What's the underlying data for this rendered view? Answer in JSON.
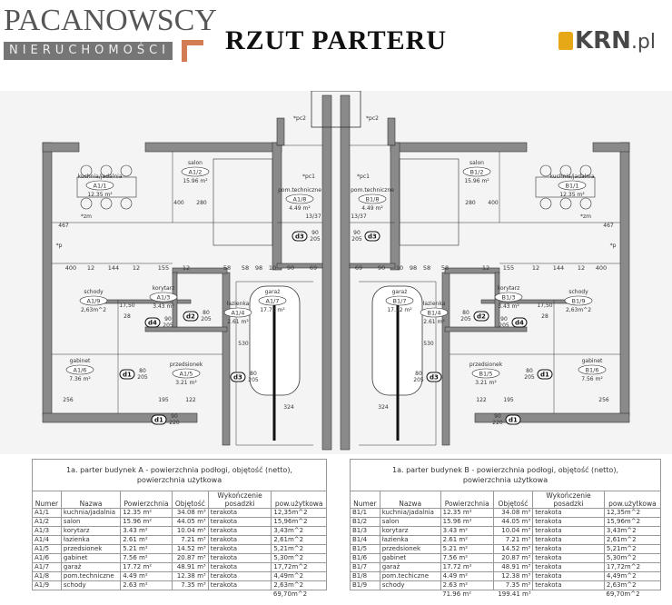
{
  "title": "RZUT PARTERU",
  "plan": {
    "rooms_a": [
      {
        "name": "kuchnia/jadalnia",
        "id": "A1/1",
        "area": "12.35 m²"
      },
      {
        "name": "salon",
        "id": "A1/2",
        "area": "15.96 m²"
      },
      {
        "name": "korytarz",
        "id": "A1/3",
        "area": "3.43 m²"
      },
      {
        "name": "łazienka",
        "id": "A1/4",
        "area": "2.61 m²"
      },
      {
        "name": "przedsionek",
        "id": "A1/5",
        "area": "3.21 m²"
      },
      {
        "name": "gabinet",
        "id": "A1/6",
        "area": "7.36 m²"
      },
      {
        "name": "garaż",
        "id": "A1/7",
        "area": "17.72 m²"
      },
      {
        "name": "pom.techniczne",
        "id": "A1/8",
        "area": "4.49 m²"
      },
      {
        "name": "schody",
        "id": "A1/9",
        "area": "2,63m^2"
      }
    ],
    "rooms_b": [
      {
        "name": "kuchnia/jadalnia",
        "id": "B1/1",
        "area": "12.35 m²"
      },
      {
        "name": "salon",
        "id": "B1/2",
        "area": "15.96 m²"
      },
      {
        "name": "korytarz",
        "id": "B1/3",
        "area": "3.43 m²"
      },
      {
        "name": "łazienka",
        "id": "B1/4",
        "area": "2.61 m²"
      },
      {
        "name": "przedsionek",
        "id": "B1/5",
        "area": "3.21 m²"
      },
      {
        "name": "gabinet",
        "id": "B1/6",
        "area": "7.56 m²"
      },
      {
        "name": "garaż",
        "id": "B1/7",
        "area": "17.72 m²"
      },
      {
        "name": "pom.techniczne",
        "id": "B1/8",
        "area": "4.49 m²"
      },
      {
        "name": "schody",
        "id": "B1/9",
        "area": "2,63m^2"
      }
    ],
    "doors": [
      "d1",
      "d2",
      "d3",
      "d4",
      "d1",
      "d3"
    ],
    "door_sizes": [
      "80\n205",
      "80\n205",
      "80\n205",
      "90\n205",
      "90\n220",
      "90\n205"
    ],
    "markers": [
      "*pc2",
      "*pc1",
      "*p",
      "*zm",
      "13/37"
    ],
    "dims_row": [
      "400",
      "12",
      "144",
      "12",
      "155",
      "12",
      "58",
      "58",
      "98",
      "10",
      "90",
      "69"
    ],
    "dims_other": [
      "467",
      "530",
      "324",
      "280",
      "400",
      "256",
      "122",
      "195",
      "17,50",
      "28"
    ]
  },
  "table_a": {
    "caption": "1a. parter budynek A - powierzchnia podłogi, objętość (netto), powierzchnia użytkowa",
    "headers": [
      "Numer",
      "Nazwa",
      "Powierzchnia",
      "Objętość",
      "Wykończenie posadzki",
      "pow.użytkowa"
    ],
    "rows": [
      [
        "A1/1",
        "kuchnia/jadalnia",
        "12.35 m²",
        "34.08 m³",
        "terakota",
        "12,35m^2"
      ],
      [
        "A1/2",
        "salon",
        "15.96 m²",
        "44.05 m³",
        "terakota",
        "15,96m^2"
      ],
      [
        "A1/3",
        "korytarz",
        "3.43 m²",
        "10.04 m³",
        "terakota",
        "3,43m^2"
      ],
      [
        "A1/4",
        "łazienka",
        "2.61 m²",
        "7.21 m³",
        "terakota",
        "2,61m^2"
      ],
      [
        "A1/5",
        "przedsionek",
        "5.21 m²",
        "14.52 m³",
        "terakota",
        "5,21m^2"
      ],
      [
        "A1/6",
        "gabinet",
        "7.56 m²",
        "20.87 m³",
        "terakota",
        "5,30m^2"
      ],
      [
        "A1/7",
        "garaż",
        "17.72 m²",
        "48.91 m³",
        "terakota",
        "17,72m^2"
      ],
      [
        "A1/8",
        "pom.techniczne",
        "4.49 m²",
        "12.38 m³",
        "terakota",
        "4,49m^2"
      ],
      [
        "A1/9",
        "schody",
        "2.63 m²",
        "7.35 m³",
        "terakota",
        "2,63m^2"
      ]
    ],
    "total_usable": "69,70m^2"
  },
  "table_b": {
    "caption": "1a. parter budynek B - powierzchnia podłogi, objętość (netto), powierzchnia użytkowa",
    "headers": [
      "Numer",
      "Nazwa",
      "Powierzchnia",
      "Objętość",
      "Wykończenie posadzki",
      "pow.użytkowa"
    ],
    "rows": [
      [
        "B1/1",
        "kuchnia/jadalnia",
        "12.35 m²",
        "34.08 m³",
        "terakota",
        "12,35m^2"
      ],
      [
        "B1/2",
        "salon",
        "15.96 m²",
        "44.05 m³",
        "terakota",
        "15,96m^2"
      ],
      [
        "B1/3",
        "korytarz",
        "3.43 m²",
        "10.04 m³",
        "terakota",
        "3,43m^2"
      ],
      [
        "B1/4",
        "łazienka",
        "2.61 m²",
        "7.21 m³",
        "terakota",
        "2,61m^2"
      ],
      [
        "B1/5",
        "przedsionek",
        "5.21 m²",
        "14.52 m³",
        "terakota",
        "5,21m^2"
      ],
      [
        "B1/6",
        "gabinet",
        "7.56 m²",
        "20.87 m³",
        "terakota",
        "5,30m^2"
      ],
      [
        "B1/7",
        "garaż",
        "17.72 m²",
        "48.91 m³",
        "terakota",
        "17,72m^2"
      ],
      [
        "B1/8",
        "pom.techiczne",
        "4.49 m²",
        "12.38 m³",
        "terakota",
        "4,49m^2"
      ],
      [
        "B1/9",
        "schody",
        "2.63 m²",
        "7.35 m³",
        "terakota",
        "2,63m^2"
      ]
    ],
    "total_area": "71.96 m²",
    "total_volume": "199.41 m³",
    "total_usable": "69,70m^2"
  },
  "watermarks": {
    "agency_name": "PACANOWSCY",
    "agency_sub": "NIERUCHOMOŚCI",
    "portal": "KRN",
    "portal_domain": ".pl"
  },
  "colors": {
    "wall": "#8a8a8a",
    "line": "#333333",
    "tag_bg": "#ffffff",
    "logo_accent": "#c85a28",
    "portal_accent": "#e6a817"
  }
}
